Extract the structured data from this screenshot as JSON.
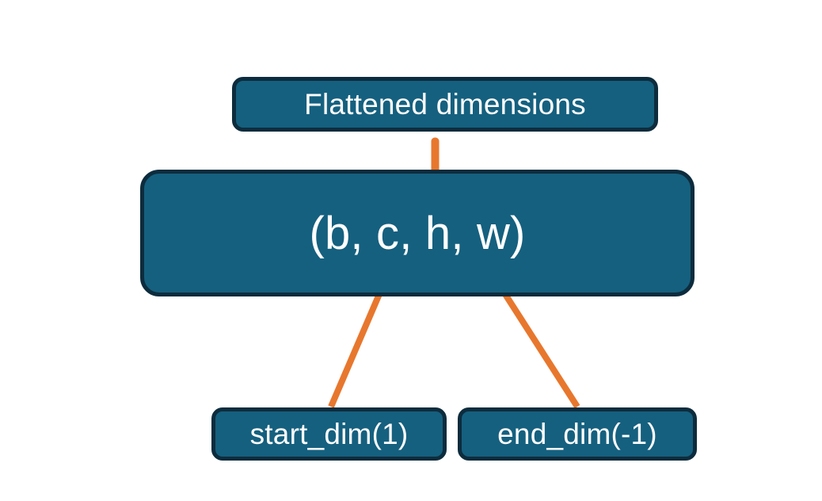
{
  "diagram": {
    "title_node": {
      "label": "Flattened dimensions",
      "name": "flattened-dimensions-box"
    },
    "shape_node": {
      "label": "(b, c, h, w)",
      "name": "tensor-shape-box",
      "dims": [
        "b",
        "c",
        "h",
        "w"
      ]
    },
    "start_node": {
      "label": "start_dim(1)",
      "name": "start-dim-box",
      "value": 1
    },
    "end_node": {
      "label": "end_dim(-1)",
      "name": "end-dim-box",
      "value": -1
    },
    "connectors": {
      "brace": {
        "name": "flatten-range-brace",
        "covers": [
          "c",
          "h",
          "w"
        ],
        "points_to": "Flattened dimensions"
      },
      "arrow_start": {
        "name": "start-dim-arrow",
        "from": "start_dim(1)",
        "to": "c"
      },
      "arrow_end": {
        "name": "end-dim-arrow",
        "from": "end_dim(-1)",
        "to": "w"
      }
    },
    "colors": {
      "box_fill": "#15607f",
      "box_border": "#0d2c3d",
      "accent_orange": "#e8772e",
      "text": "#ffffff",
      "background": "#ffffff"
    }
  }
}
